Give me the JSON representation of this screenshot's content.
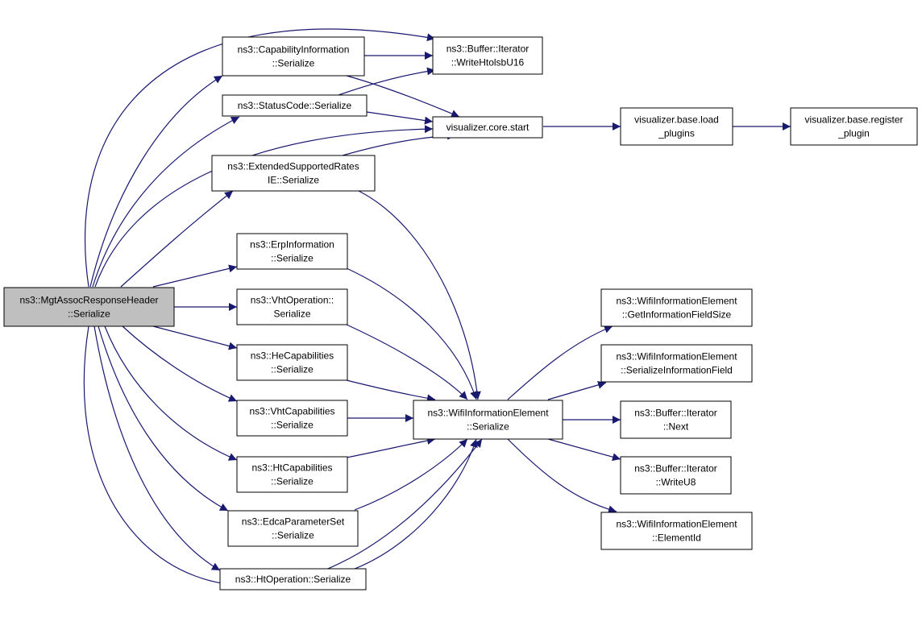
{
  "colors": {
    "edge": "#191970",
    "node_fill": "#ffffff",
    "root_fill": "#bfbfbf",
    "border": "#000000"
  },
  "nodes": {
    "mgt": [
      "ns3::MgtAssocResponseHeader",
      "::Serialize"
    ],
    "capinfo": [
      "ns3::CapabilityInformation",
      "::Serialize"
    ],
    "status": [
      "ns3::StatusCode::Serialize"
    ],
    "extrates": [
      "ns3::ExtendedSupportedRates",
      "IE::Serialize"
    ],
    "erp": [
      "ns3::ErpInformation",
      "::Serialize"
    ],
    "vhtop": [
      "ns3::VhtOperation::",
      "Serialize"
    ],
    "hecap": [
      "ns3::HeCapabilities",
      "::Serialize"
    ],
    "vhtcap": [
      "ns3::VhtCapabilities",
      "::Serialize"
    ],
    "htcap": [
      "ns3::HtCapabilities",
      "::Serialize"
    ],
    "edca": [
      "ns3::EdcaParameterSet",
      "::Serialize"
    ],
    "htop": [
      "ns3::HtOperation::Serialize"
    ],
    "write16": [
      "ns3::Buffer::Iterator",
      "::WriteHtolsbU16"
    ],
    "vcore": [
      "visualizer.core.start"
    ],
    "wifiser": [
      "ns3::WifiInformationElement",
      "::Serialize"
    ],
    "loadplug": [
      "visualizer.base.load",
      "_plugins"
    ],
    "regplug": [
      "visualizer.base.register",
      "_plugin"
    ],
    "getinfo": [
      "ns3::WifiInformationElement",
      "::GetInformationFieldSize"
    ],
    "serinfo": [
      "ns3::WifiInformationElement",
      "::SerializeInformationField"
    ],
    "next": [
      "ns3::Buffer::Iterator",
      "::Next"
    ],
    "writeu8": [
      "ns3::Buffer::Iterator",
      "::WriteU8"
    ],
    "elemid": [
      "ns3::WifiInformationElement",
      "::ElementId"
    ]
  }
}
